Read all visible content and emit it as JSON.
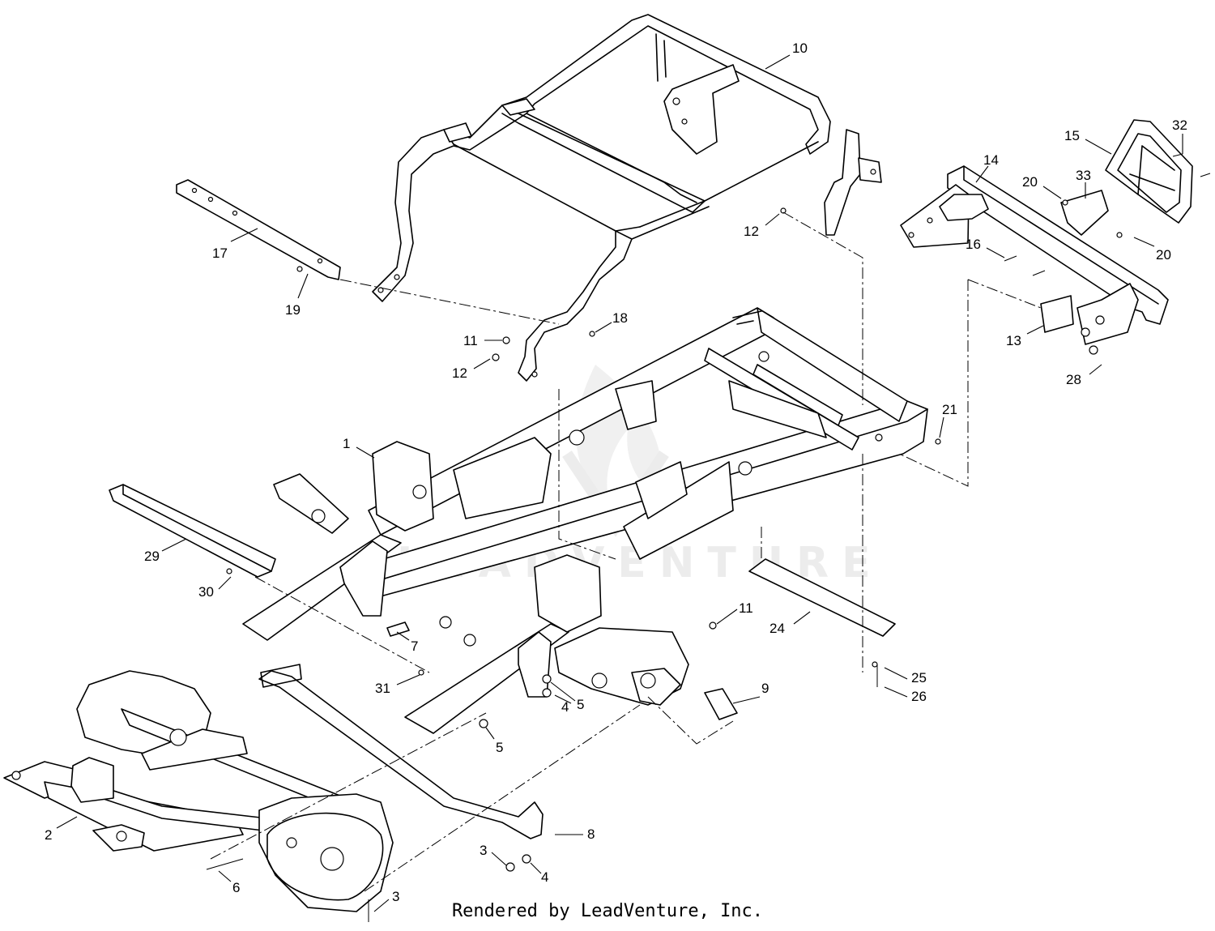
{
  "footer_text": "Rendered by LeadVenture, Inc.",
  "watermark_text": "LEADVENTURE",
  "callouts": [
    {
      "id": "c1",
      "label": "1"
    },
    {
      "id": "c2",
      "label": "2"
    },
    {
      "id": "c3a",
      "label": "3"
    },
    {
      "id": "c3b",
      "label": "3"
    },
    {
      "id": "c4a",
      "label": "4"
    },
    {
      "id": "c4b",
      "label": "4"
    },
    {
      "id": "c5a",
      "label": "5"
    },
    {
      "id": "c5b",
      "label": "5"
    },
    {
      "id": "c6",
      "label": "6"
    },
    {
      "id": "c7",
      "label": "7"
    },
    {
      "id": "c8",
      "label": "8"
    },
    {
      "id": "c9",
      "label": "9"
    },
    {
      "id": "c10",
      "label": "10"
    },
    {
      "id": "c11a",
      "label": "11"
    },
    {
      "id": "c11b",
      "label": "11"
    },
    {
      "id": "c12a",
      "label": "12"
    },
    {
      "id": "c12b",
      "label": "12"
    },
    {
      "id": "c13",
      "label": "13"
    },
    {
      "id": "c14",
      "label": "14"
    },
    {
      "id": "c15",
      "label": "15"
    },
    {
      "id": "c16",
      "label": "16"
    },
    {
      "id": "c17",
      "label": "17"
    },
    {
      "id": "c18",
      "label": "18"
    },
    {
      "id": "c19",
      "label": "19"
    },
    {
      "id": "c20a",
      "label": "20"
    },
    {
      "id": "c20b",
      "label": "20"
    },
    {
      "id": "c21",
      "label": "21"
    },
    {
      "id": "c24",
      "label": "24"
    },
    {
      "id": "c25",
      "label": "25"
    },
    {
      "id": "c26",
      "label": "26"
    },
    {
      "id": "c28",
      "label": "28"
    },
    {
      "id": "c29",
      "label": "29"
    },
    {
      "id": "c30",
      "label": "30"
    },
    {
      "id": "c31",
      "label": "31"
    },
    {
      "id": "c32",
      "label": "32"
    },
    {
      "id": "c33",
      "label": "33"
    }
  ]
}
